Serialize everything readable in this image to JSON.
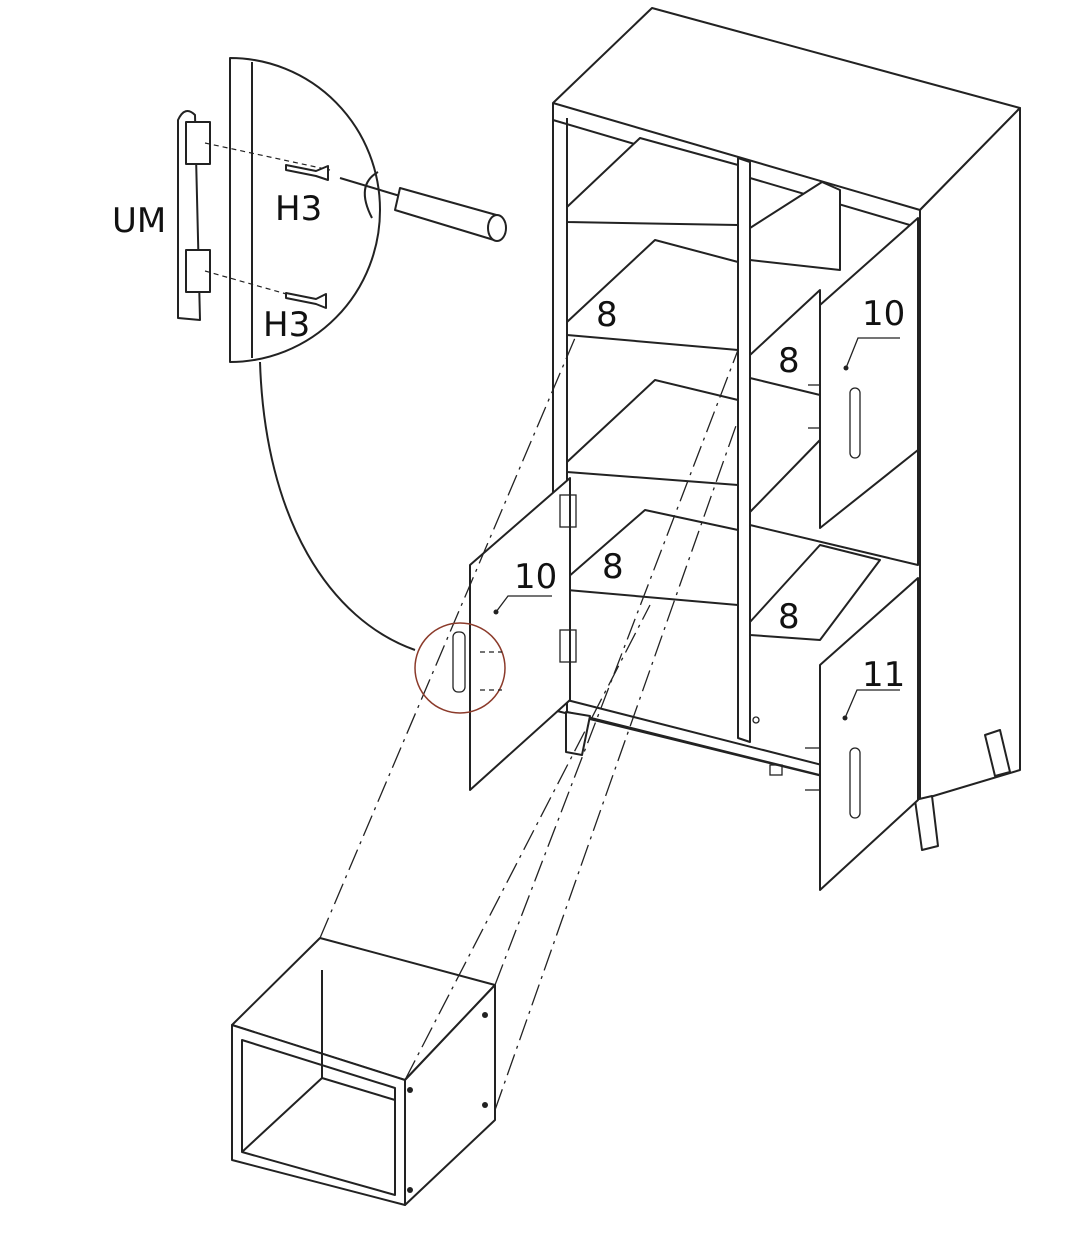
{
  "labels": {
    "fitting": "UM",
    "screw_upper": "H3",
    "screw_lower": "H3",
    "shelf_upper_left": "8",
    "shelf_upper_right": "8",
    "shelf_lower_left": "8",
    "shelf_lower_right": "8",
    "door_left": "10",
    "door_upper_right": "10",
    "door_lower_right": "11"
  },
  "colors": {
    "line": "#222222",
    "detail_circle": "#8b3a2a"
  }
}
